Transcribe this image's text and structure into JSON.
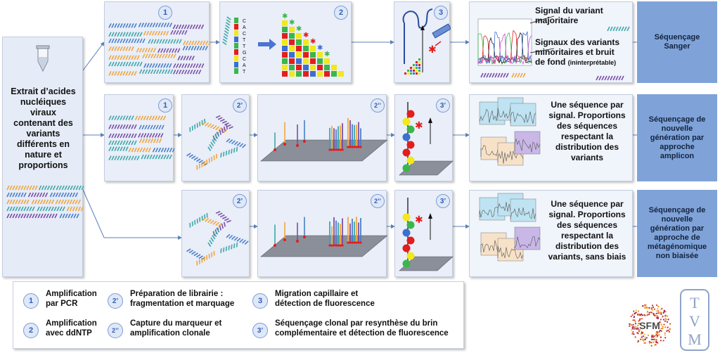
{
  "source": {
    "lines": [
      "Extrait d’acides",
      "nucléiques",
      "viraux",
      "contenant des",
      "variants",
      "différents en",
      "nature et",
      "proportions"
    ]
  },
  "steps": {
    "s1": "1",
    "s2": "2",
    "s3": "3",
    "s1b": "1",
    "s2p": "2’",
    "s2pp": "2’’",
    "s3p": "3’",
    "s2p_c": "2’",
    "s2pp_c": "2’’",
    "s3p_c": "3’"
  },
  "sanger": {
    "sequence_letters": [
      "C",
      "A",
      "C",
      "T",
      "T",
      "G",
      "C",
      "A",
      "T"
    ],
    "result_majority": [
      "Signal du variant",
      "majoritaire"
    ],
    "result_minority": [
      "Signaux des variants",
      "minoritaires et bruit",
      "de fond"
    ],
    "result_minority_note": "(ininterprétable)",
    "method_label": [
      "Séquençage",
      "Sanger"
    ]
  },
  "ngs_amplicon": {
    "result": [
      "Une séquence par",
      "signal. Proportions",
      "des séquences",
      "respectant la",
      "distribution des",
      "variants"
    ],
    "method_label": [
      "Séquençage de",
      "nouvelle",
      "génération par",
      "approche",
      "amplicon"
    ]
  },
  "ngs_meta": {
    "result": [
      "Une séquence par",
      "signal. Proportions",
      "des séquences",
      "respectant la",
      "distribution des",
      "variants, sans biais"
    ],
    "method_label": [
      "Séquençage de",
      "nouvelle",
      "génération par",
      "approche de",
      "métagénomique",
      "non biaisée"
    ]
  },
  "legend": {
    "items": [
      {
        "num": "1",
        "text": [
          "Amplification",
          "par PCR"
        ]
      },
      {
        "num": "2",
        "text": [
          "Amplification",
          "avec ddNTP"
        ]
      },
      {
        "num": "2’",
        "text": [
          "Préparation de librairie :",
          "fragmentation et marquage"
        ]
      },
      {
        "num": "2’’",
        "text": [
          "Capture du marqueur et",
          "amplification clonale"
        ]
      },
      {
        "num": "3",
        "text": [
          "Migration capillaire et",
          "détection de fluorescence"
        ]
      },
      {
        "num": "3’",
        "text": [
          "Séquençage clonal par resynthèse du brin",
          "complémentaire et détection de fluorescence"
        ]
      }
    ]
  },
  "logos": {
    "sfm": "SFM",
    "tvm_letters": [
      "T",
      "V",
      "M"
    ]
  },
  "colors": {
    "panel": "#e9eef8",
    "label_box": "#7fa3d8",
    "dna_teal": "#3fa7a8",
    "dna_orange": "#f0a640",
    "dna_purple": "#7a4fa6",
    "dna_blue": "#4a7fc8",
    "base_red": "#e31d1d",
    "base_yellow": "#f2e81a",
    "base_green": "#3bb64a",
    "base_blue": "#3d6fd0"
  }
}
